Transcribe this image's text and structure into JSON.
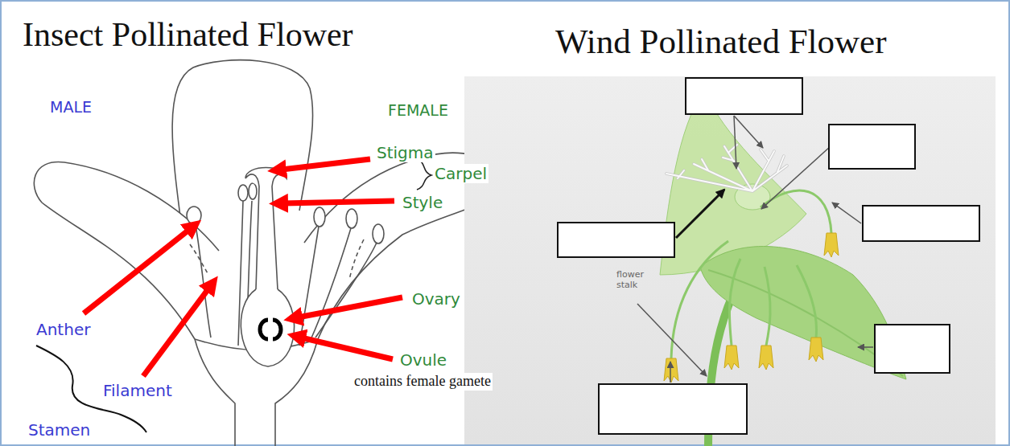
{
  "diagram": {
    "labels": [
      "Insect Pollinated Flower",
      "Wind Pollinated Flower",
      "MALE",
      "FEMALE",
      "Stigma",
      "Carpel",
      "Style",
      "Ovary",
      "Ovule",
      "contains female gamete",
      "Anther",
      "Filament",
      "Stamen",
      "flower stalk"
    ]
  }
}
